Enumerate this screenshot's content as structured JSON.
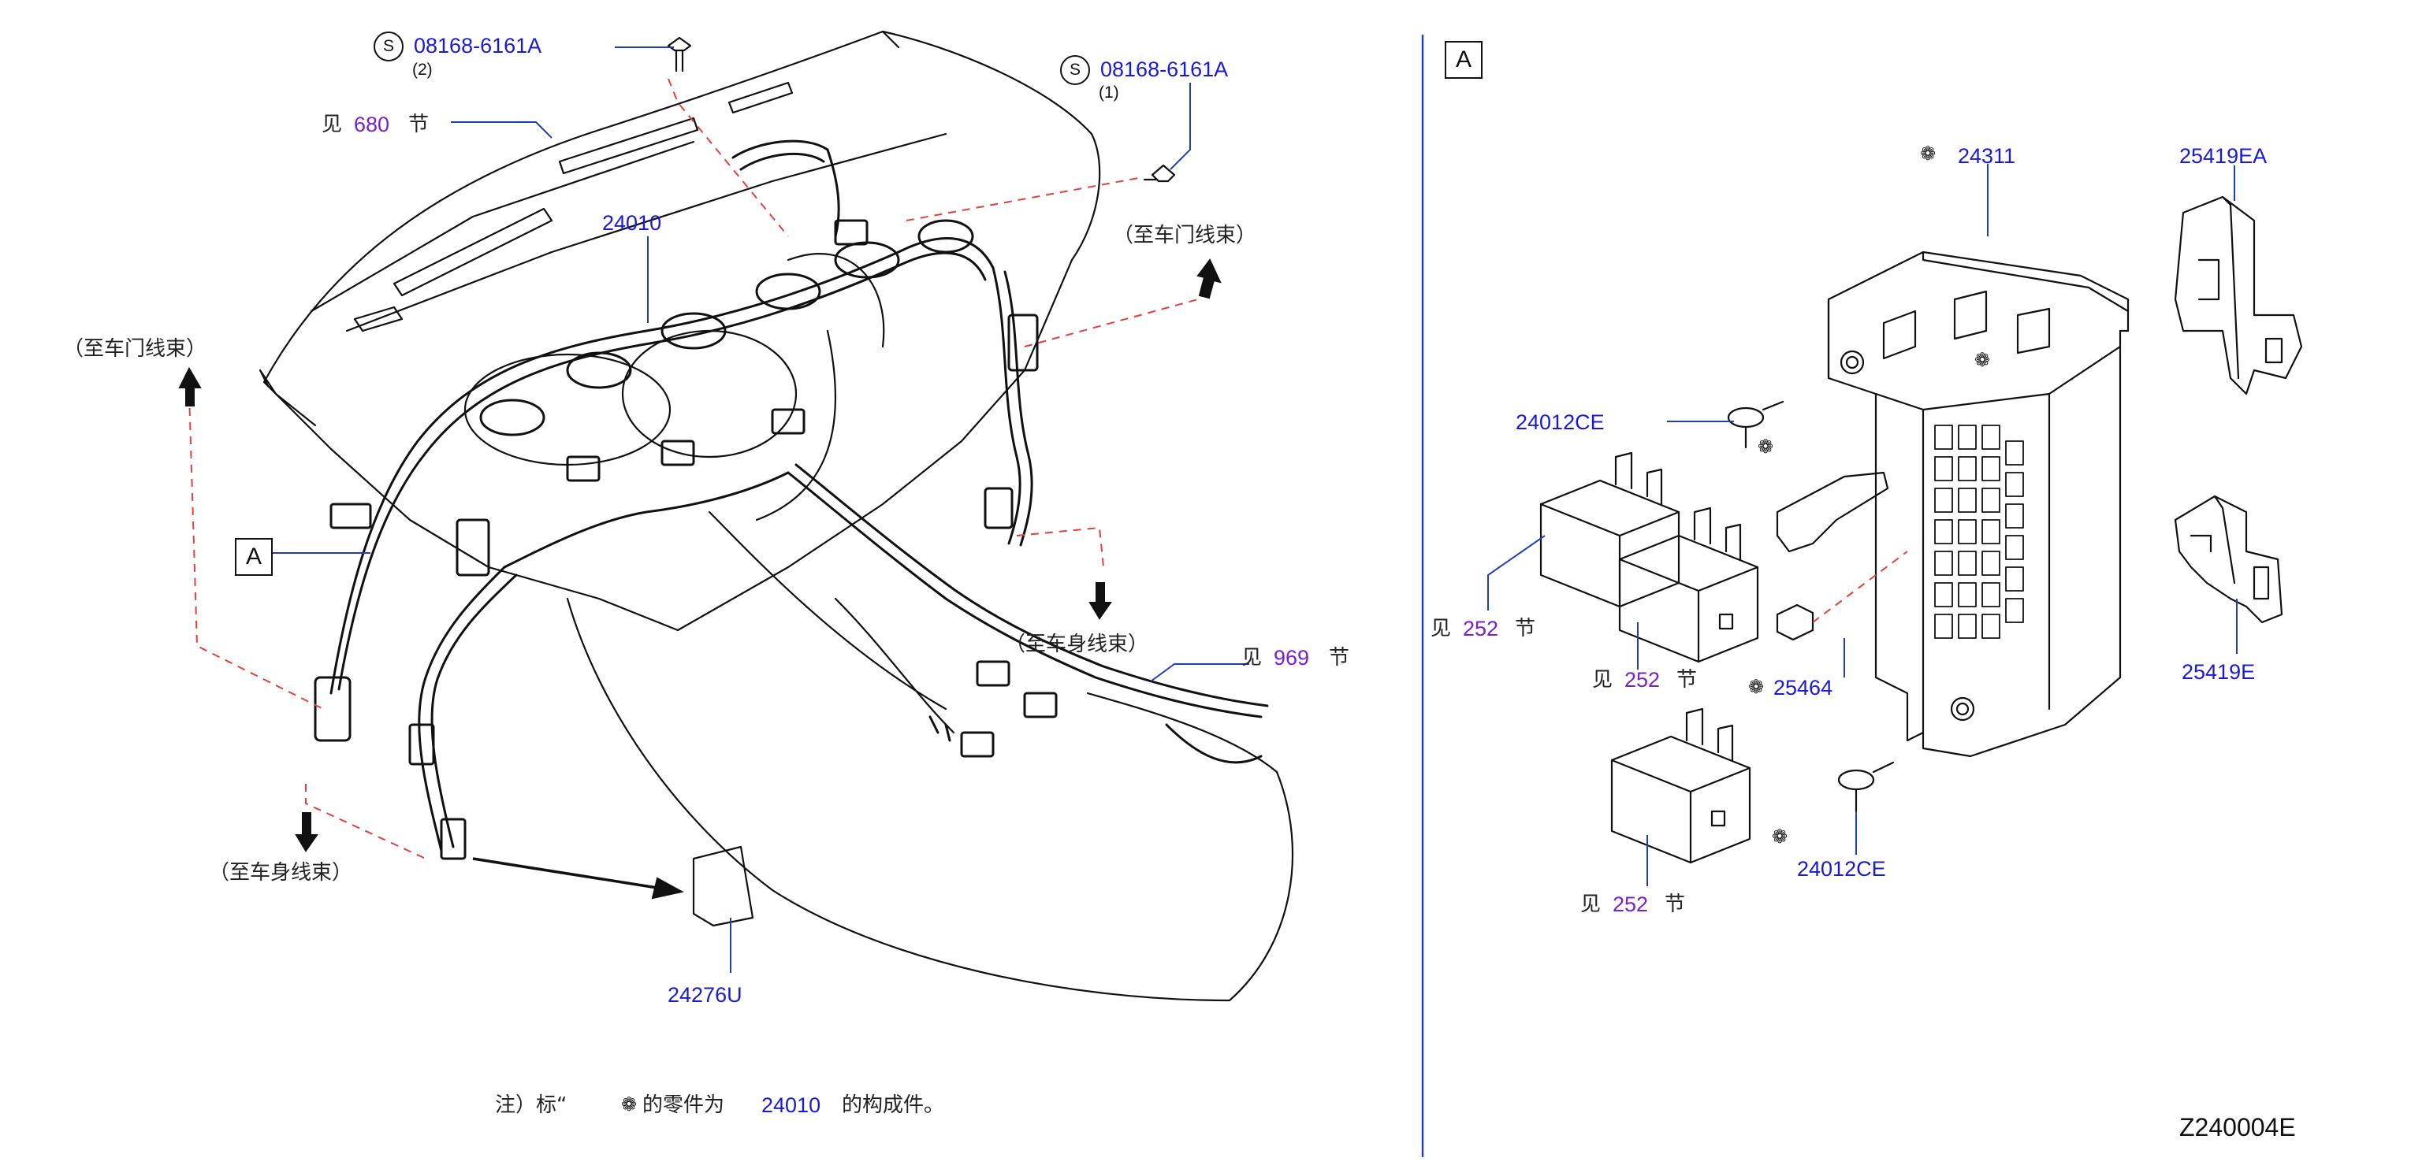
{
  "figure_code": "Z240004E",
  "detail_marker": "A",
  "common": {
    "see": "见",
    "section": "节",
    "bolt_symbol": "S",
    "qty_1": "(1)",
    "qty_2": "(2)",
    "to_door_harness": "（至车门线束）",
    "to_body_harness": "（至车身线束）"
  },
  "parts": {
    "bolt_upper": "08168-6161A",
    "bolt_right": "08168-6161A",
    "main_harness": "24010",
    "bracket": "24276U",
    "junction_block": "24311",
    "screw_upper": "24012CE",
    "screw_lower": "24012CE",
    "relay_small": "25464",
    "bracket_ea": "25419EA",
    "bracket_e": "25419E"
  },
  "sections": {
    "s680": "680",
    "s969": "969",
    "s252": "252"
  },
  "note": {
    "prefix": "注）标“",
    "suffix": "的零件为",
    "part": "24010",
    "tail": "的构成件。"
  }
}
